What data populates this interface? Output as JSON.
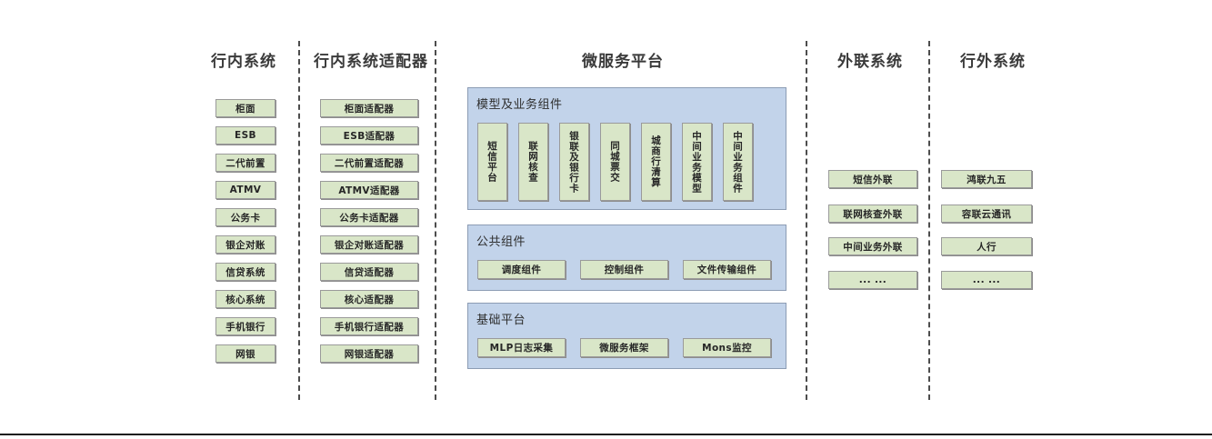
{
  "diagram": {
    "title_bar": {
      "bottom_rule": true
    },
    "colors": {
      "node_fill": "#d9e6c8",
      "node_border": "#9a9a9a",
      "panel_fill": "#c2d3ea",
      "panel_border": "#8c9cb4",
      "text": "#262626",
      "title_text": "#3a3a3a",
      "divider": "#4d4d4d"
    },
    "columns": [
      {
        "id": "intra-bank-systems",
        "title": "行内系统",
        "items": [
          "柜面",
          "ESB",
          "二代前置",
          "ATMV",
          "公务卡",
          "银企对账",
          "信贷系统",
          "核心系统",
          "手机银行",
          "网银"
        ]
      },
      {
        "id": "intra-bank-adapters",
        "title": "行内系统适配器",
        "items": [
          "柜面适配器",
          "ESB适配器",
          "二代前置适配器",
          "ATMV适配器",
          "公务卡适配器",
          "银企对账适配器",
          "信贷适配器",
          "核心适配器",
          "手机银行适配器",
          "网银适配器"
        ]
      },
      {
        "id": "microservice-platform",
        "title": "微服务平台",
        "panels": [
          {
            "id": "model-business-components",
            "title": "模型及业务组件",
            "orientation": "vertical",
            "items": [
              "短信平台",
              "联网核查",
              "银联及银行卡",
              "同城票交",
              "城商行清算",
              "中间业务模型",
              "中间业务组件"
            ]
          },
          {
            "id": "public-components",
            "title": "公共组件",
            "orientation": "horizontal",
            "items": [
              "调度组件",
              "控制组件",
              "文件传输组件"
            ]
          },
          {
            "id": "base-platform",
            "title": "基础平台",
            "orientation": "horizontal",
            "items": [
              "MLP日志采集",
              "微服务框架",
              "Mons监控"
            ]
          }
        ]
      },
      {
        "id": "external-liaison-systems",
        "title": "外联系统",
        "items": [
          "短信外联",
          "联网核查外联",
          "中间业务外联",
          "... ..."
        ]
      },
      {
        "id": "outside-bank-systems",
        "title": "行外系统",
        "items": [
          "鸿联九五",
          "容联云通讯",
          "人行",
          "... ..."
        ]
      }
    ]
  }
}
